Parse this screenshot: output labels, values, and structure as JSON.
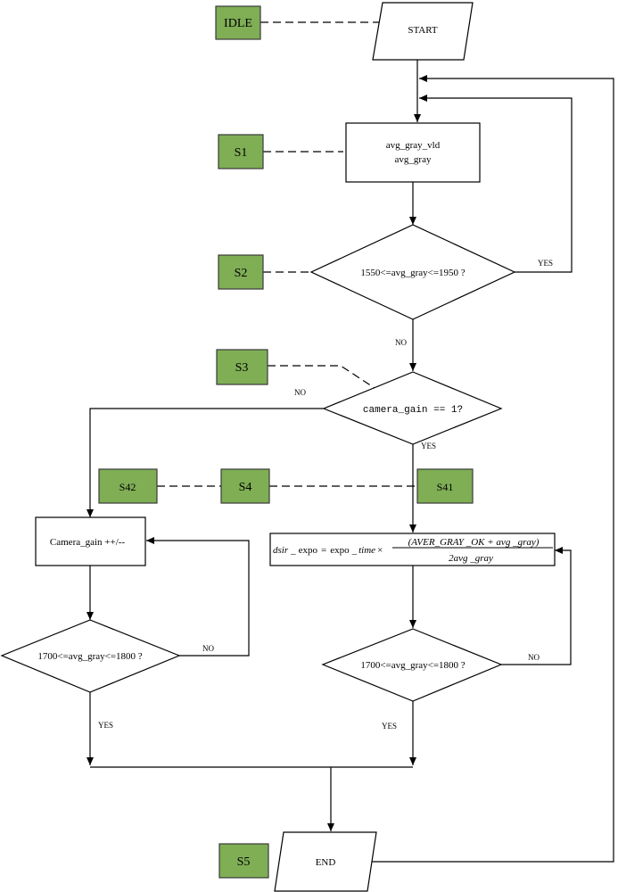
{
  "states": {
    "idle": "IDLE",
    "s1": "S1",
    "s2": "S2",
    "s3": "S3",
    "s4": "S4",
    "s41": "S41",
    "s42": "S42",
    "s5": "S5"
  },
  "nodes": {
    "start": "START",
    "end": "END",
    "read_line1": "avg_gray_vld",
    "read_line2": "avg_gray",
    "check_range": "1550<=avg_gray<=1950 ?",
    "check_gain": "camera_gain == 1?",
    "adjust_gain": "Camera_gain ++/--",
    "check_left": "1700<=avg_gray<=1800 ?",
    "check_right": "1700<=avg_gray<=1800 ?",
    "formula": {
      "lhs_a": "dsir",
      "lhs_b": "_",
      "lhs_c": "expo",
      "eq": "=",
      "rhs_a": "expo",
      "rhs_b": "_",
      "rhs_c": "time",
      "times": "×",
      "numerator": "(AVER_GRAY _OK + avg _gray)",
      "denominator": "2avg _gray"
    }
  },
  "edge_labels": {
    "range_yes": "YES",
    "range_no": "NO",
    "gain_no": "NO",
    "gain_yes": "YES",
    "left_no": "NO",
    "left_yes": "YES",
    "right_no": "NO",
    "right_yes": "YES"
  }
}
